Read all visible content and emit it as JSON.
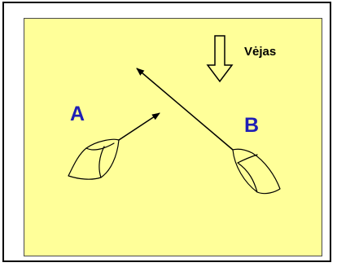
{
  "labels": {
    "wind": "Vėjas",
    "boat_a": "A",
    "boat_b": "B"
  },
  "colors": {
    "background": "#ffff99",
    "label_blue": "#1f1fb5",
    "line": "#000000"
  },
  "icons": {
    "wind_direction": "arrow-down-outline-icon",
    "boat": "sailboat-hull-outline-icon"
  }
}
